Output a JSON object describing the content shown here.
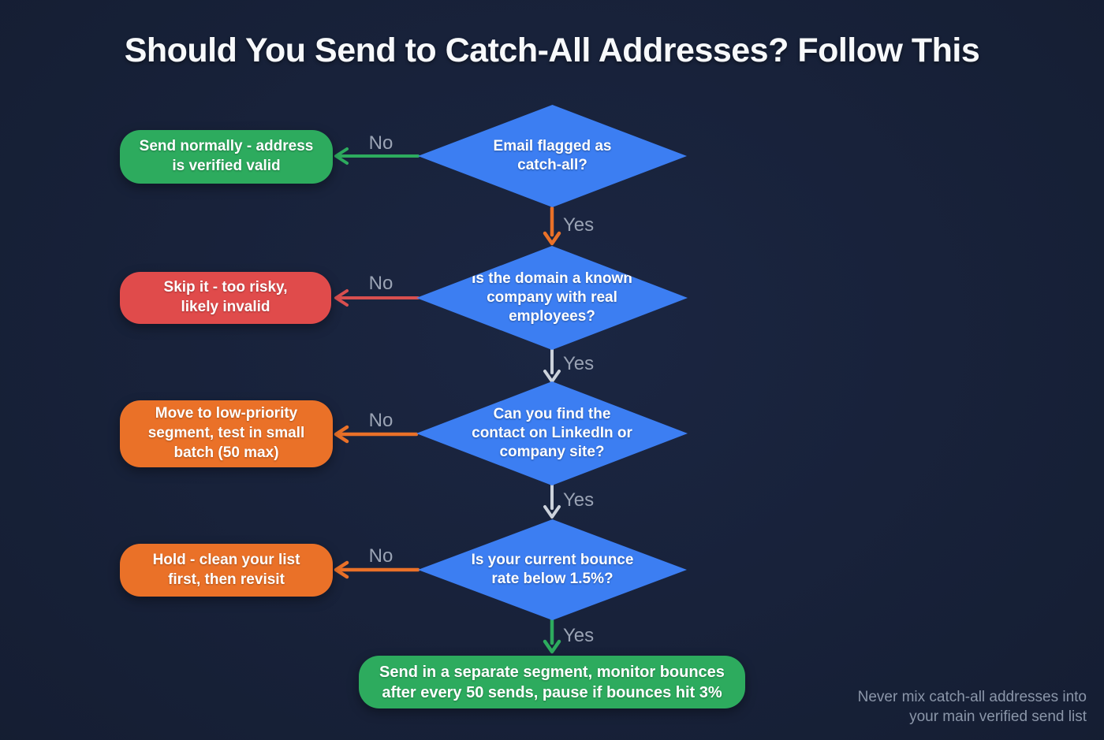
{
  "title": "Should You Send to Catch-All Addresses? Follow This",
  "flowchart": {
    "decisions": [
      {
        "id": "d1",
        "label": "Email flagged as catch-all?"
      },
      {
        "id": "d2",
        "label": "Is the domain a known company with real employees?"
      },
      {
        "id": "d3",
        "label": "Can you find the contact on LinkedIn or company site?"
      },
      {
        "id": "d4",
        "label": "Is your current bounce rate below 1.5%?"
      }
    ],
    "outcomes": [
      {
        "id": "o1",
        "label": "Send normally - address is verified valid",
        "type": "green"
      },
      {
        "id": "o2",
        "label": "Skip it - too risky, likely invalid",
        "type": "red"
      },
      {
        "id": "o3",
        "label": "Move to low-priority segment, test in small batch (50 max)",
        "type": "orange"
      },
      {
        "id": "o4",
        "label": "Hold - clean your list first, then revisit",
        "type": "orange"
      },
      {
        "id": "o5",
        "label": "Send in a separate segment, monitor bounces after every 50 sends, pause if bounces hit 3%",
        "type": "green"
      }
    ],
    "edge_labels": {
      "no": "No",
      "yes": "Yes"
    }
  },
  "footnote": "Never mix catch-all addresses into your main verified send list",
  "colors": {
    "background": "#151e33",
    "diamond_blue": "#3c7ef2",
    "green": "#2dab5e",
    "red": "#e04b4b",
    "orange": "#ea7128",
    "arrow_gray": "#ccd2db",
    "edge_label_gray": "#9aa3b4",
    "footnote_gray": "#8b96a9",
    "title_white": "#f7f9fb"
  }
}
